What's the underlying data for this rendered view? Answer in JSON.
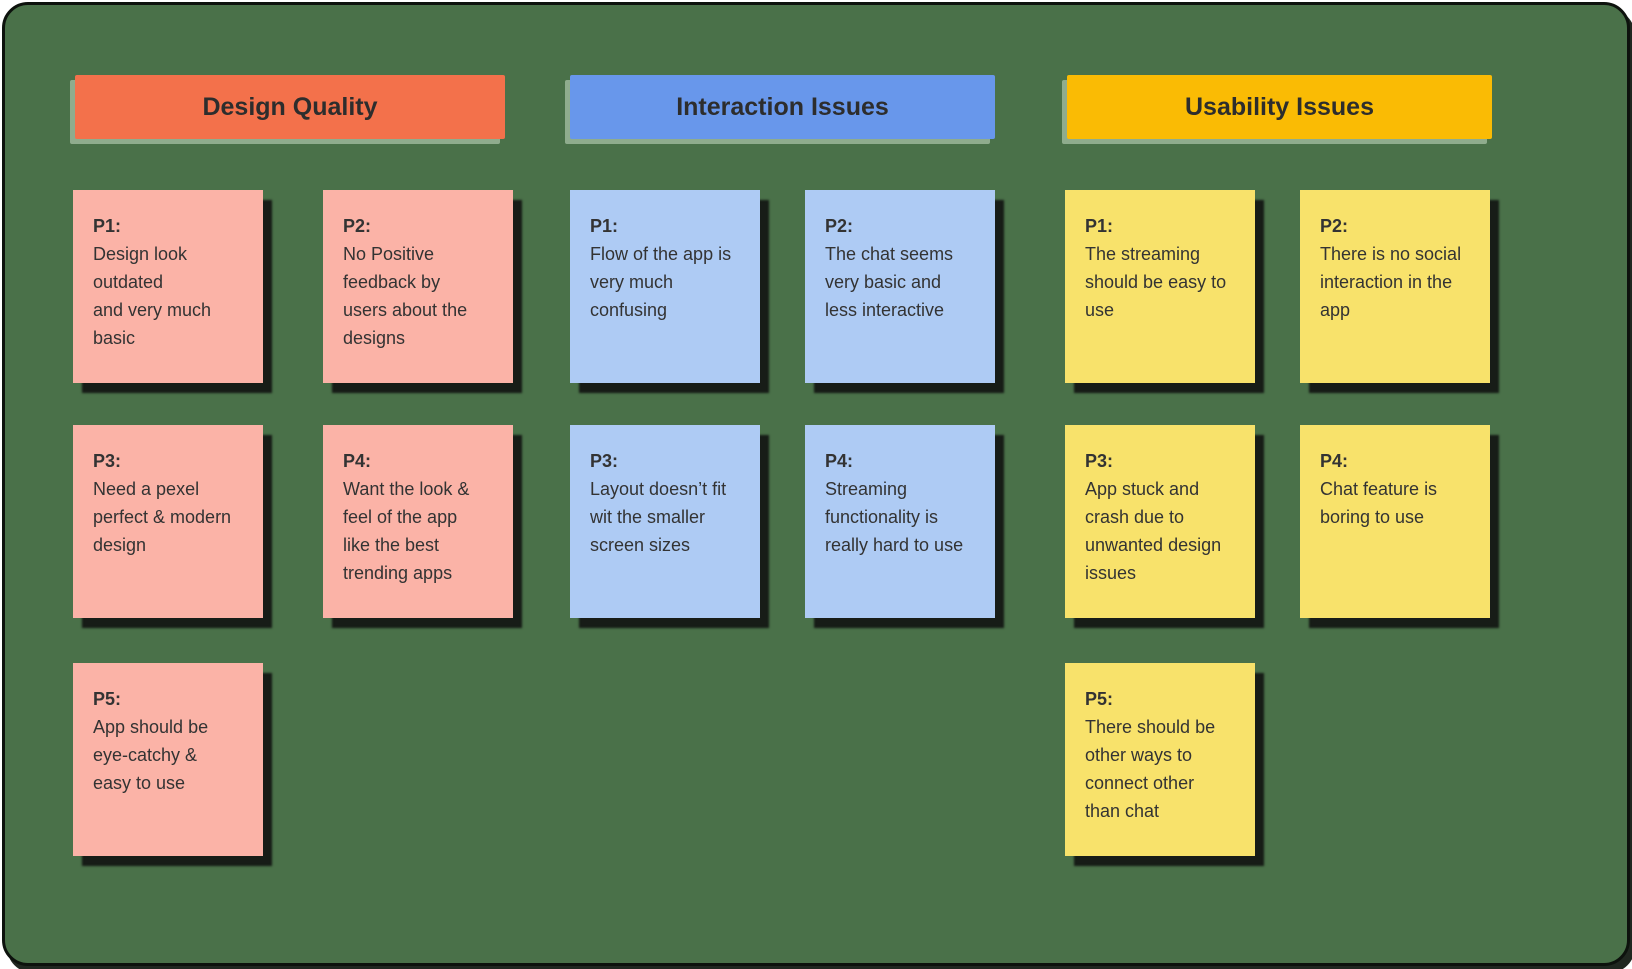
{
  "board": {
    "background_color": "#4A7149",
    "columns": [
      {
        "header": {
          "label": "Design Quality",
          "color": "#F3714B"
        },
        "note_color": "#FBB3A7",
        "notes": [
          {
            "label": "P1:",
            "body": "Design look\noutdated\nand very much\nbasic"
          },
          {
            "label": "P2:",
            "body": "No Positive\nfeedback by\nusers about the\ndesigns"
          },
          {
            "label": "P3:",
            "body": "Need a pexel\nperfect & modern\ndesign"
          },
          {
            "label": "P4:",
            "body": "Want the look &\nfeel of the app\nlike the best\ntrending apps"
          },
          {
            "label": "P5:",
            "body": "App should be\neye-catchy &\neasy to use"
          }
        ]
      },
      {
        "header": {
          "label": "Interaction Issues",
          "color": "#6897EB"
        },
        "note_color": "#AECBF4",
        "notes": [
          {
            "label": "P1:",
            "body": "Flow of the app is\nvery much\nconfusing"
          },
          {
            "label": "P2:",
            "body": "The chat seems\nvery basic and\nless interactive"
          },
          {
            "label": "P3:",
            "body": "Layout doesn’t fit\nwit the smaller\nscreen sizes"
          },
          {
            "label": "P4:",
            "body": "Streaming\nfunctionality is\nreally hard to use"
          }
        ]
      },
      {
        "header": {
          "label": "Usability Issues",
          "color": "#FABB04"
        },
        "note_color": "#F8E26B",
        "notes": [
          {
            "label": "P1:",
            "body": "The streaming\nshould be easy to\nuse"
          },
          {
            "label": "P2:",
            "body": "There is no social\ninteraction in the\napp"
          },
          {
            "label": "P3:",
            "body": "App stuck and\ncrash due to\nunwanted design\nissues"
          },
          {
            "label": "P4:",
            "body": "Chat feature is\nboring to use"
          },
          {
            "label": "P5:",
            "body": "There should be\nother ways to\nconnect other\nthan chat"
          }
        ]
      }
    ]
  }
}
